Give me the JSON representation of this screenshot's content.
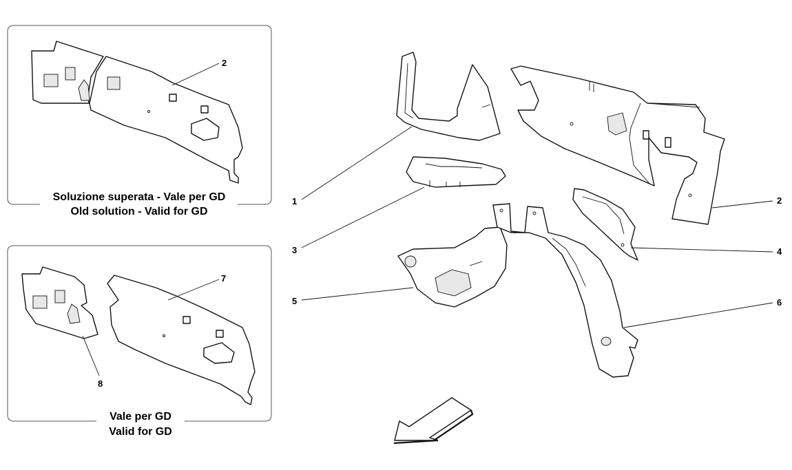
{
  "panels": [
    {
      "caption_line1": "Soluzione superata - Vale per GD",
      "caption_line2": "Old solution - Valid for GD"
    },
    {
      "caption_line1": "Vale per GD",
      "caption_line2": "Valid for GD"
    }
  ],
  "callouts": {
    "c1": "1",
    "c2": "2",
    "c3": "3",
    "c4": "4",
    "c5": "5",
    "c6": "6",
    "c7": "7",
    "c8": "8",
    "c2b": "2"
  }
}
